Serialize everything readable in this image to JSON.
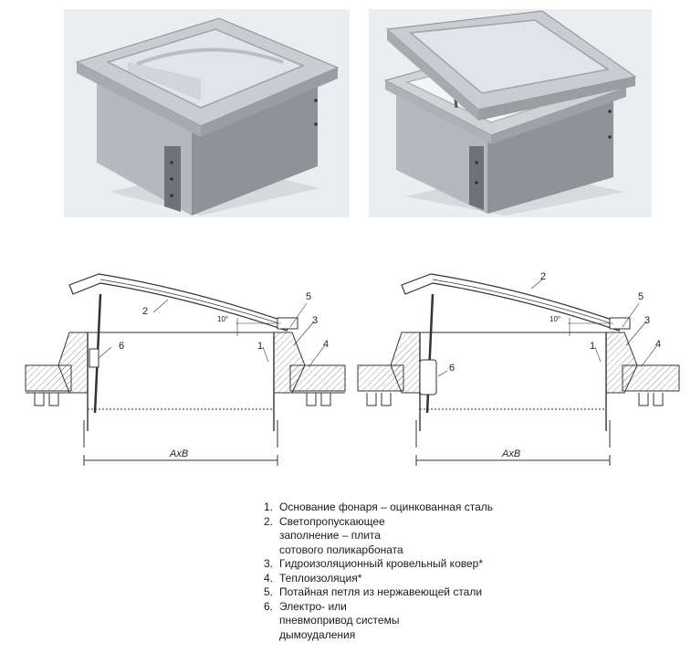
{
  "drawings": {
    "left": {
      "callouts": [
        "1",
        "2",
        "3",
        "4",
        "5",
        "6"
      ],
      "dimension": "AxB",
      "angle": "10°"
    },
    "right": {
      "callouts": [
        "1",
        "2",
        "3",
        "4",
        "5",
        "6"
      ],
      "dimension": "AxB",
      "angle": "10°"
    }
  },
  "legend": [
    {
      "num": "1.",
      "text": "Основание фонаря – оцинкованная сталь"
    },
    {
      "num": "2.",
      "text": "Светопропускающее\nзаполнение – плита\nсотового поликарбоната"
    },
    {
      "num": "3.",
      "text": "Гидроизоляционный кровельный ковер*"
    },
    {
      "num": "4.",
      "text": "Теплоизоляция*"
    },
    {
      "num": "5.",
      "text": "Потайная петля из нержавеющей стали"
    },
    {
      "num": "6.",
      "text": "Электро- или\nпневмопривод системы\nдымоудаления"
    }
  ]
}
